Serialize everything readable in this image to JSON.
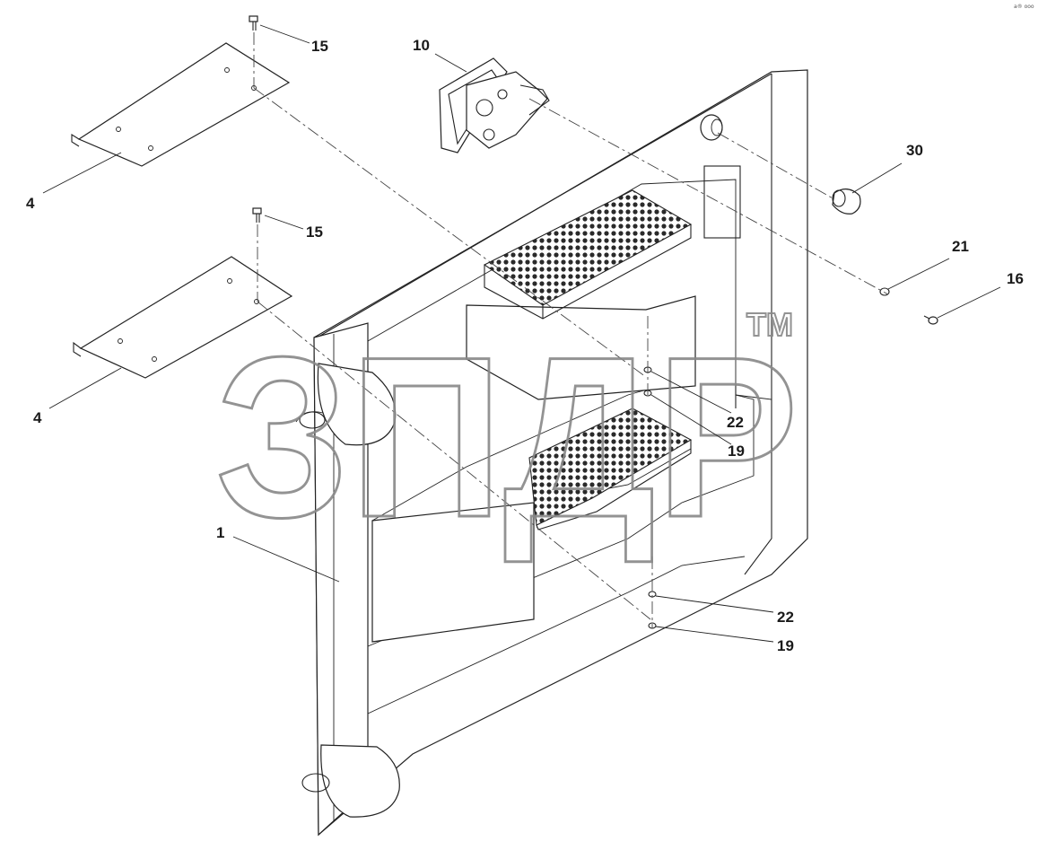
{
  "diagram": {
    "watermark": {
      "text": "ЗПДР",
      "tm": "TM"
    },
    "corner_code": "a® ooo",
    "callouts": [
      {
        "id": "c15a",
        "label": "15"
      },
      {
        "id": "c15b",
        "label": "15"
      },
      {
        "id": "c4a",
        "label": "4"
      },
      {
        "id": "c4b",
        "label": "4"
      },
      {
        "id": "c10",
        "label": "10"
      },
      {
        "id": "c30",
        "label": "30"
      },
      {
        "id": "c21",
        "label": "21"
      },
      {
        "id": "c16",
        "label": "16"
      },
      {
        "id": "c22a",
        "label": "22"
      },
      {
        "id": "c19a",
        "label": "19"
      },
      {
        "id": "c22b",
        "label": "22"
      },
      {
        "id": "c19b",
        "label": "19"
      },
      {
        "id": "c1",
        "label": "1"
      }
    ]
  }
}
